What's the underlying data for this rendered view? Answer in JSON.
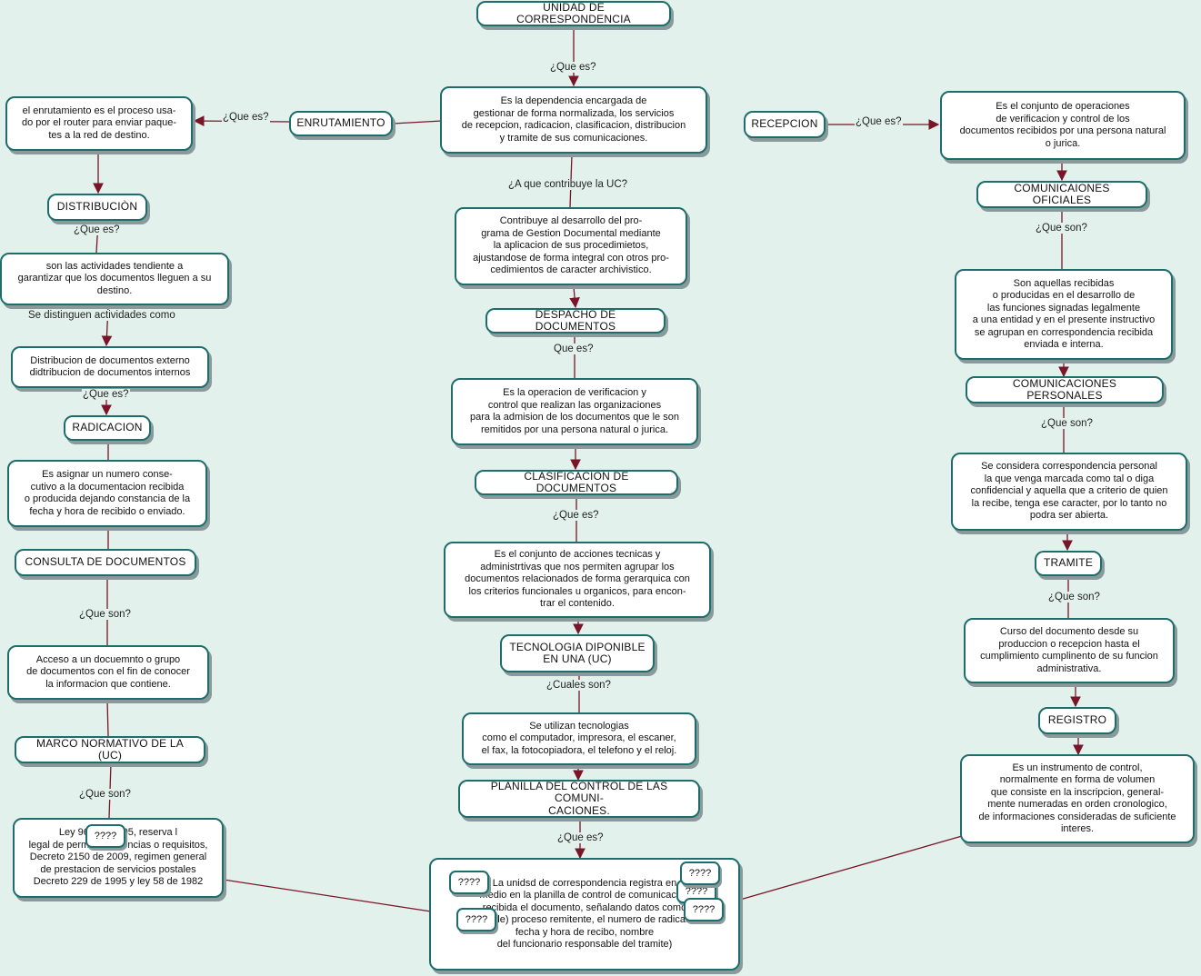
{
  "colors": {
    "background": "#e3f1ec",
    "node_border": "#1d6d6d",
    "connector": "#7a1428"
  },
  "nodes": {
    "unidad": "UNIDAD DE CORRESPONDENCIA",
    "unidad_def": "Es la dependencia encargada de\ngestionar de forma normalizada, los servicios\nde recepcion, radicacion, clasificacion, distribucion\ny tramite de sus comunicaciones.",
    "contribuye_def": "Contribuye al desarrollo del pro-\ngrama de Gestion Documental mediante\nla aplicacion de sus procedimietos,\najustandose de forma integral con otros pro-\ncedimientos de caracter archivistico.",
    "despacho": "DESPACHO DE DOCUMENTOS",
    "despacho_def": "Es la operacion de verificacion y\ncontrol que realizan las organizaciones\npara la admision de los documentos que le son\nremitidos por una persona natural o jurica.",
    "clasificacion": "CLASIFICACION DE DOCUMENTOS",
    "clasificacion_def": "Es el conjunto de acciones tecnicas y\nadministrtivas que nos permiten agrupar los\ndocumentos relacionados de forma gerarquica con\nlos criterios funcionales u organicos, para encon-\ntrar el contenido.",
    "tecnologia": "TECNOLOGIA DIPONIBLE\nEN UNA (UC)",
    "tecnologia_def": "Se utilizan tecnologias\ncomo el computador, impresora, el escaner,\nel fax, la fotocopiadora, el telefono y el reloj.",
    "planilla": "PLANILLA DEL CONTROL DE LAS COMUNI-\nCACIONES.",
    "planilla_def": "La unidsd de correspondencia registra en\nmedio en la planilla de control de comunicacion\nrecibida el documento, señalando datos como\n(No. de) proceso remitente, el numero de radicado\nfecha y hora de recibo, nombre\ndel funcionario responsable del tramite)",
    "enrutamiento": "ENRUTAMIENTO",
    "enrutamiento_def": "el enrutamiento es el proceso usa-\ndo por el router para enviar paque-\ntes a la red de destino.",
    "distribucion": "DISTRIBUCIÒN",
    "distribucion_def": "son las actividades tendiente a\ngarantizar que los documentos lleguen a su\ndestino.",
    "distribucion_tipos": "Distribucion de documentos externo\ndidtribucion de documentos internos",
    "radicacion": "RADICACION",
    "radicacion_def": "Es asignar un numero conse-\ncutivo a la documentacion recibida\no producida dejando constancia de la\nfecha y hora de recibido o enviado.",
    "consulta": "CONSULTA DE DOCUMENTOS",
    "consulta_def": "Acceso a un docuemnto o grupo\nde documentos con el fin de conocer\nla informacion que  contiene.",
    "marco": "MARCO NORMATIVO DE LA (UC)",
    "marco_def": "Ley 962 de 2005, reserva l\nlegal de permisos, licencias o requisitos,\nDecreto 2150 de 2009, regimen general\nde prestacion de servicios postales\nDecreto 229 de 1995 y ley 58 de 1982",
    "recepcion": "RECEPCION",
    "recepcion_def": "Es el conjunto de operaciones\nde verificacion y control de los\ndocumentos recibidos por una  persona natural\no jurica.",
    "oficiales": "COMUNICAIONES OFICIALES",
    "oficiales_def": "Son  aquellas recibidas\no producidas en el desarrollo de\nlas funciones signadas legalmente\na una entidad y en el presente instructivo\nse agrupan en correspondencia recibida\nenviada e interna.",
    "personales": "COMUNICACIONES PERSONALES",
    "personales_def": "Se considera correspondencia personal\nla que venga marcada como tal o diga\nconfidencial y aquella que a criterio de quien\nla recibe, tenga ese caracter, por lo tanto no\npodra  ser abierta.",
    "tramite": "TRAMITE",
    "tramite_def": "Curso del documento desde su\nproduccion o recepcion hasta el\ncumplimiento cumplinento de su funcion\nadministrativa.",
    "registro": "REGISTRO",
    "registro_def": "Es un instrumento de control,\nnormalmente en forma de volumen\nque consiste en la inscripcion, general-\nmente numeradas en orden cronologico,\nde informaciones consideradas de suficiente\ninteres."
  },
  "labels": {
    "que_es_1": "¿Que es?",
    "que_contribuye": "¿A que contribuye la UC?",
    "que_es_despacho": "Que es?",
    "que_es_clasif": "¿Que es?",
    "cuales_son": "¿Cuales son?",
    "que_es_planilla": "¿Que es?",
    "que_es_enrut": "¿Que es?",
    "que_es_distrib": "¿Que es?",
    "se_distinguen": "Se distinguen actividades como",
    "que_es_radic": "¿Que  es?",
    "que_son_consulta": "¿Que son?",
    "que_son_marco": "¿Que son?",
    "que_es_recep": "¿Que es?",
    "que_son_oficiales": "¿Que son?",
    "que_son_personales": "¿Que son?",
    "que_son_tramite": "¿Que son?"
  },
  "tags": {
    "unknown": "????"
  }
}
